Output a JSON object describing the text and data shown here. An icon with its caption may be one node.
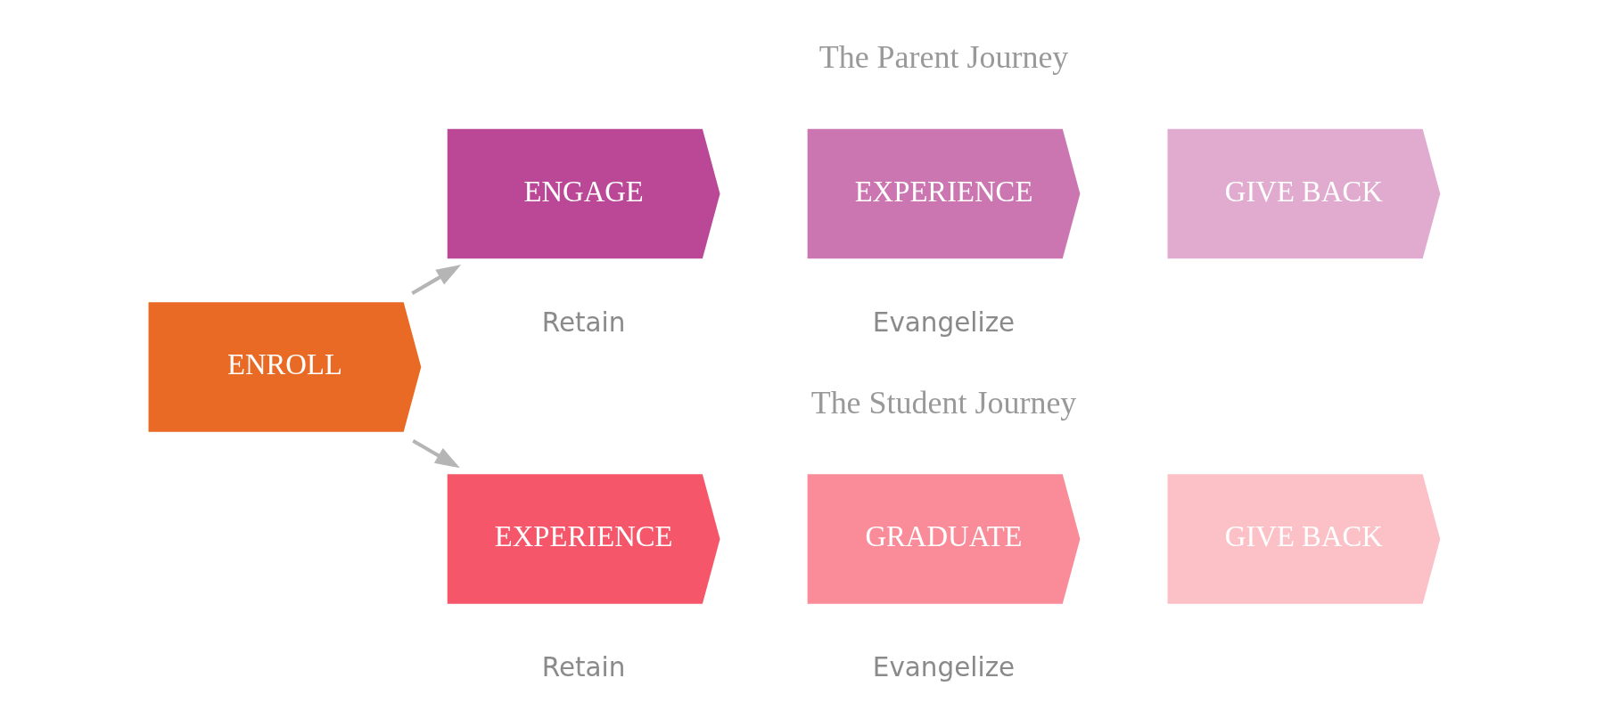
{
  "diagram": {
    "nodes": [
      {
        "text": [
          "ENROLL"
        ]
      },
      {
        "text": [
          "ENGAGE"
        ]
      },
      {
        "text": [
          "EXPERIENCE"
        ]
      },
      {
        "text": [
          "GIVE BACK"
        ]
      },
      {
        "text": [
          "EXPERIENCE"
        ]
      },
      {
        "text": [
          "GRADUATE"
        ]
      },
      {
        "text": [
          "GIVE BACK"
        ]
      }
    ],
    "edges": [
      {
        "from": 0,
        "to": 1,
        "arrow": "to"
      },
      {
        "from": 0,
        "to": 4,
        "arrow": "to"
      }
    ],
    "labels": [
      "The Parent Journey",
      "Retain",
      "Evangelize",
      "The Student Journey",
      "Retain",
      "Evangelize"
    ]
  }
}
